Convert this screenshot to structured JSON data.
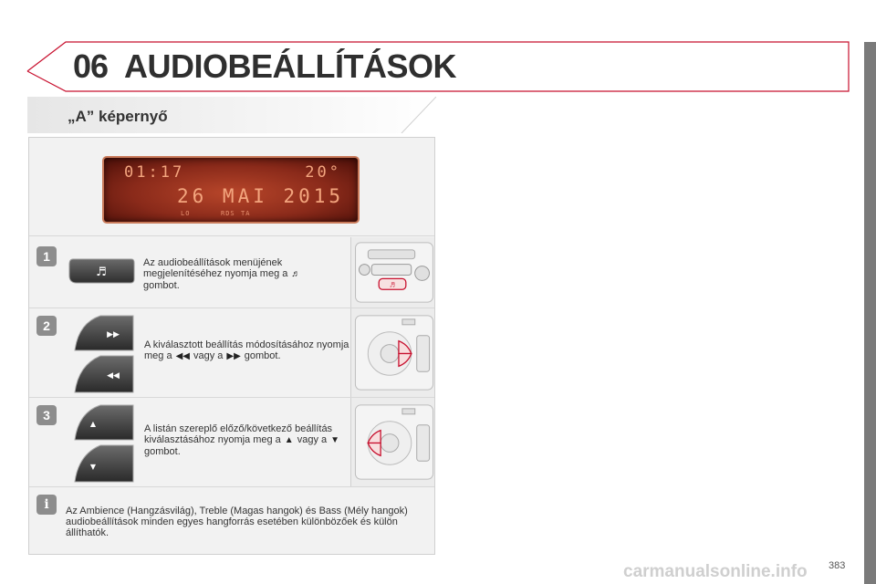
{
  "header": {
    "chapter_number": "06",
    "chapter_title": "AUDIOBEÁLLÍTÁSOK",
    "accent_color": "#c8102e"
  },
  "section": {
    "title": "„A” képernyő"
  },
  "display": {
    "time": "01:17",
    "temperature": "20°",
    "date": "26 MAI 2015",
    "indicator_lo": "LO",
    "indicator_rds": "RDS",
    "indicator_ta": "TA",
    "display_color": "#b8462a"
  },
  "steps": [
    {
      "number": "1",
      "text_before": "Az audiobeállítások menüjének megjelenítéséhez nyomja meg a",
      "icon": "music-note-icon",
      "icon_glyph": "♬",
      "text_after": "gombot."
    },
    {
      "number": "2",
      "text_before": "A kiválasztott beállítás módosításához nyomja meg a",
      "icon_a": "rewind-icon",
      "icon_a_glyph": "◀◀",
      "text_mid": "vagy a",
      "icon_b": "fast-forward-icon",
      "icon_b_glyph": "▶▶",
      "text_after": "gombot."
    },
    {
      "number": "3",
      "text_before": "A listán szereplő előző/következő beállítás kiválasztásához nyomja meg a",
      "icon_a": "arrow-up-icon",
      "icon_a_glyph": "▲",
      "text_mid": "vagy a",
      "icon_b": "arrow-down-icon",
      "icon_b_glyph": "▼",
      "text_after": "gombot."
    }
  ],
  "info": {
    "badge": "i",
    "text": "Az Ambience (Hangzásvilág), Treble (Magas hangok) és Bass (Mély hangok) audiobeállítások minden egyes hangforrás esetében különbözőek és külön állíthatók."
  },
  "footer": {
    "page_number": "383",
    "watermark": "carmanualsonline.info"
  }
}
